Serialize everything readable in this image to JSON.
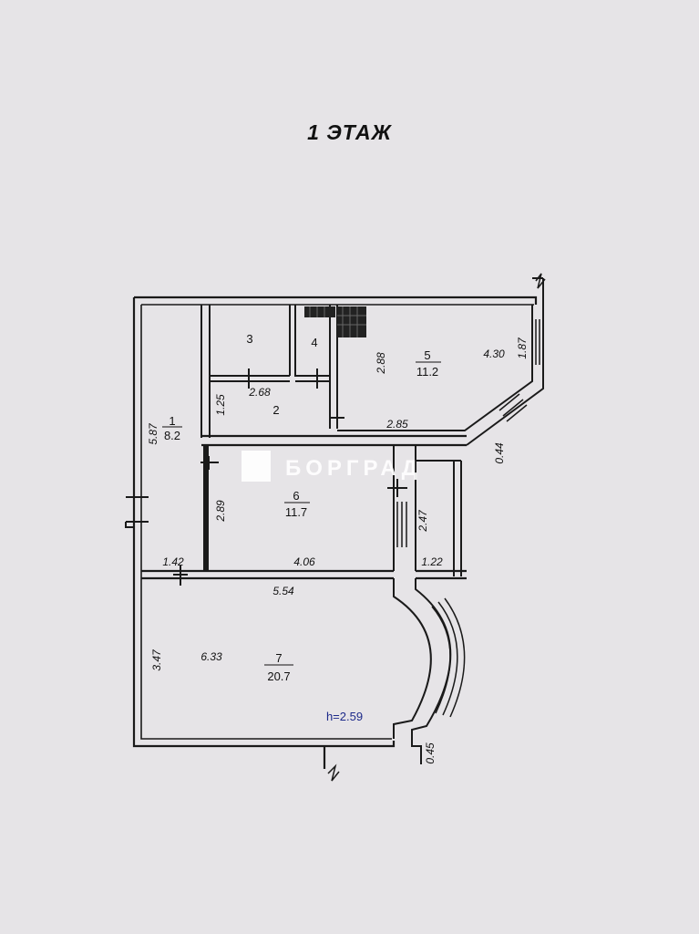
{
  "title": "1 ЭТАЖ",
  "watermark": "БОРГРАД",
  "ceiling_height": "h=2.59",
  "rooms": [
    {
      "number": "1",
      "area": "8.2"
    },
    {
      "number": "2"
    },
    {
      "number": "3"
    },
    {
      "number": "4"
    },
    {
      "number": "5",
      "area": "11.2"
    },
    {
      "number": "6",
      "area": "11.7"
    },
    {
      "number": "7",
      "area": "20.7"
    }
  ],
  "dimensions": [
    "5.87",
    "1.25",
    "2.68",
    "2.88",
    "4.30",
    "1.87",
    "2.85",
    "0.44",
    "2.89",
    "2.47",
    "1.42",
    "4.06",
    "1.22",
    "5.54",
    "3.47",
    "6.33",
    "0.45"
  ],
  "colors": {
    "background": "#e6e4e7",
    "wall": "#1a1a1a",
    "label": "#111111",
    "height_label": "#1d2a8a",
    "watermark": "#ffffff"
  }
}
